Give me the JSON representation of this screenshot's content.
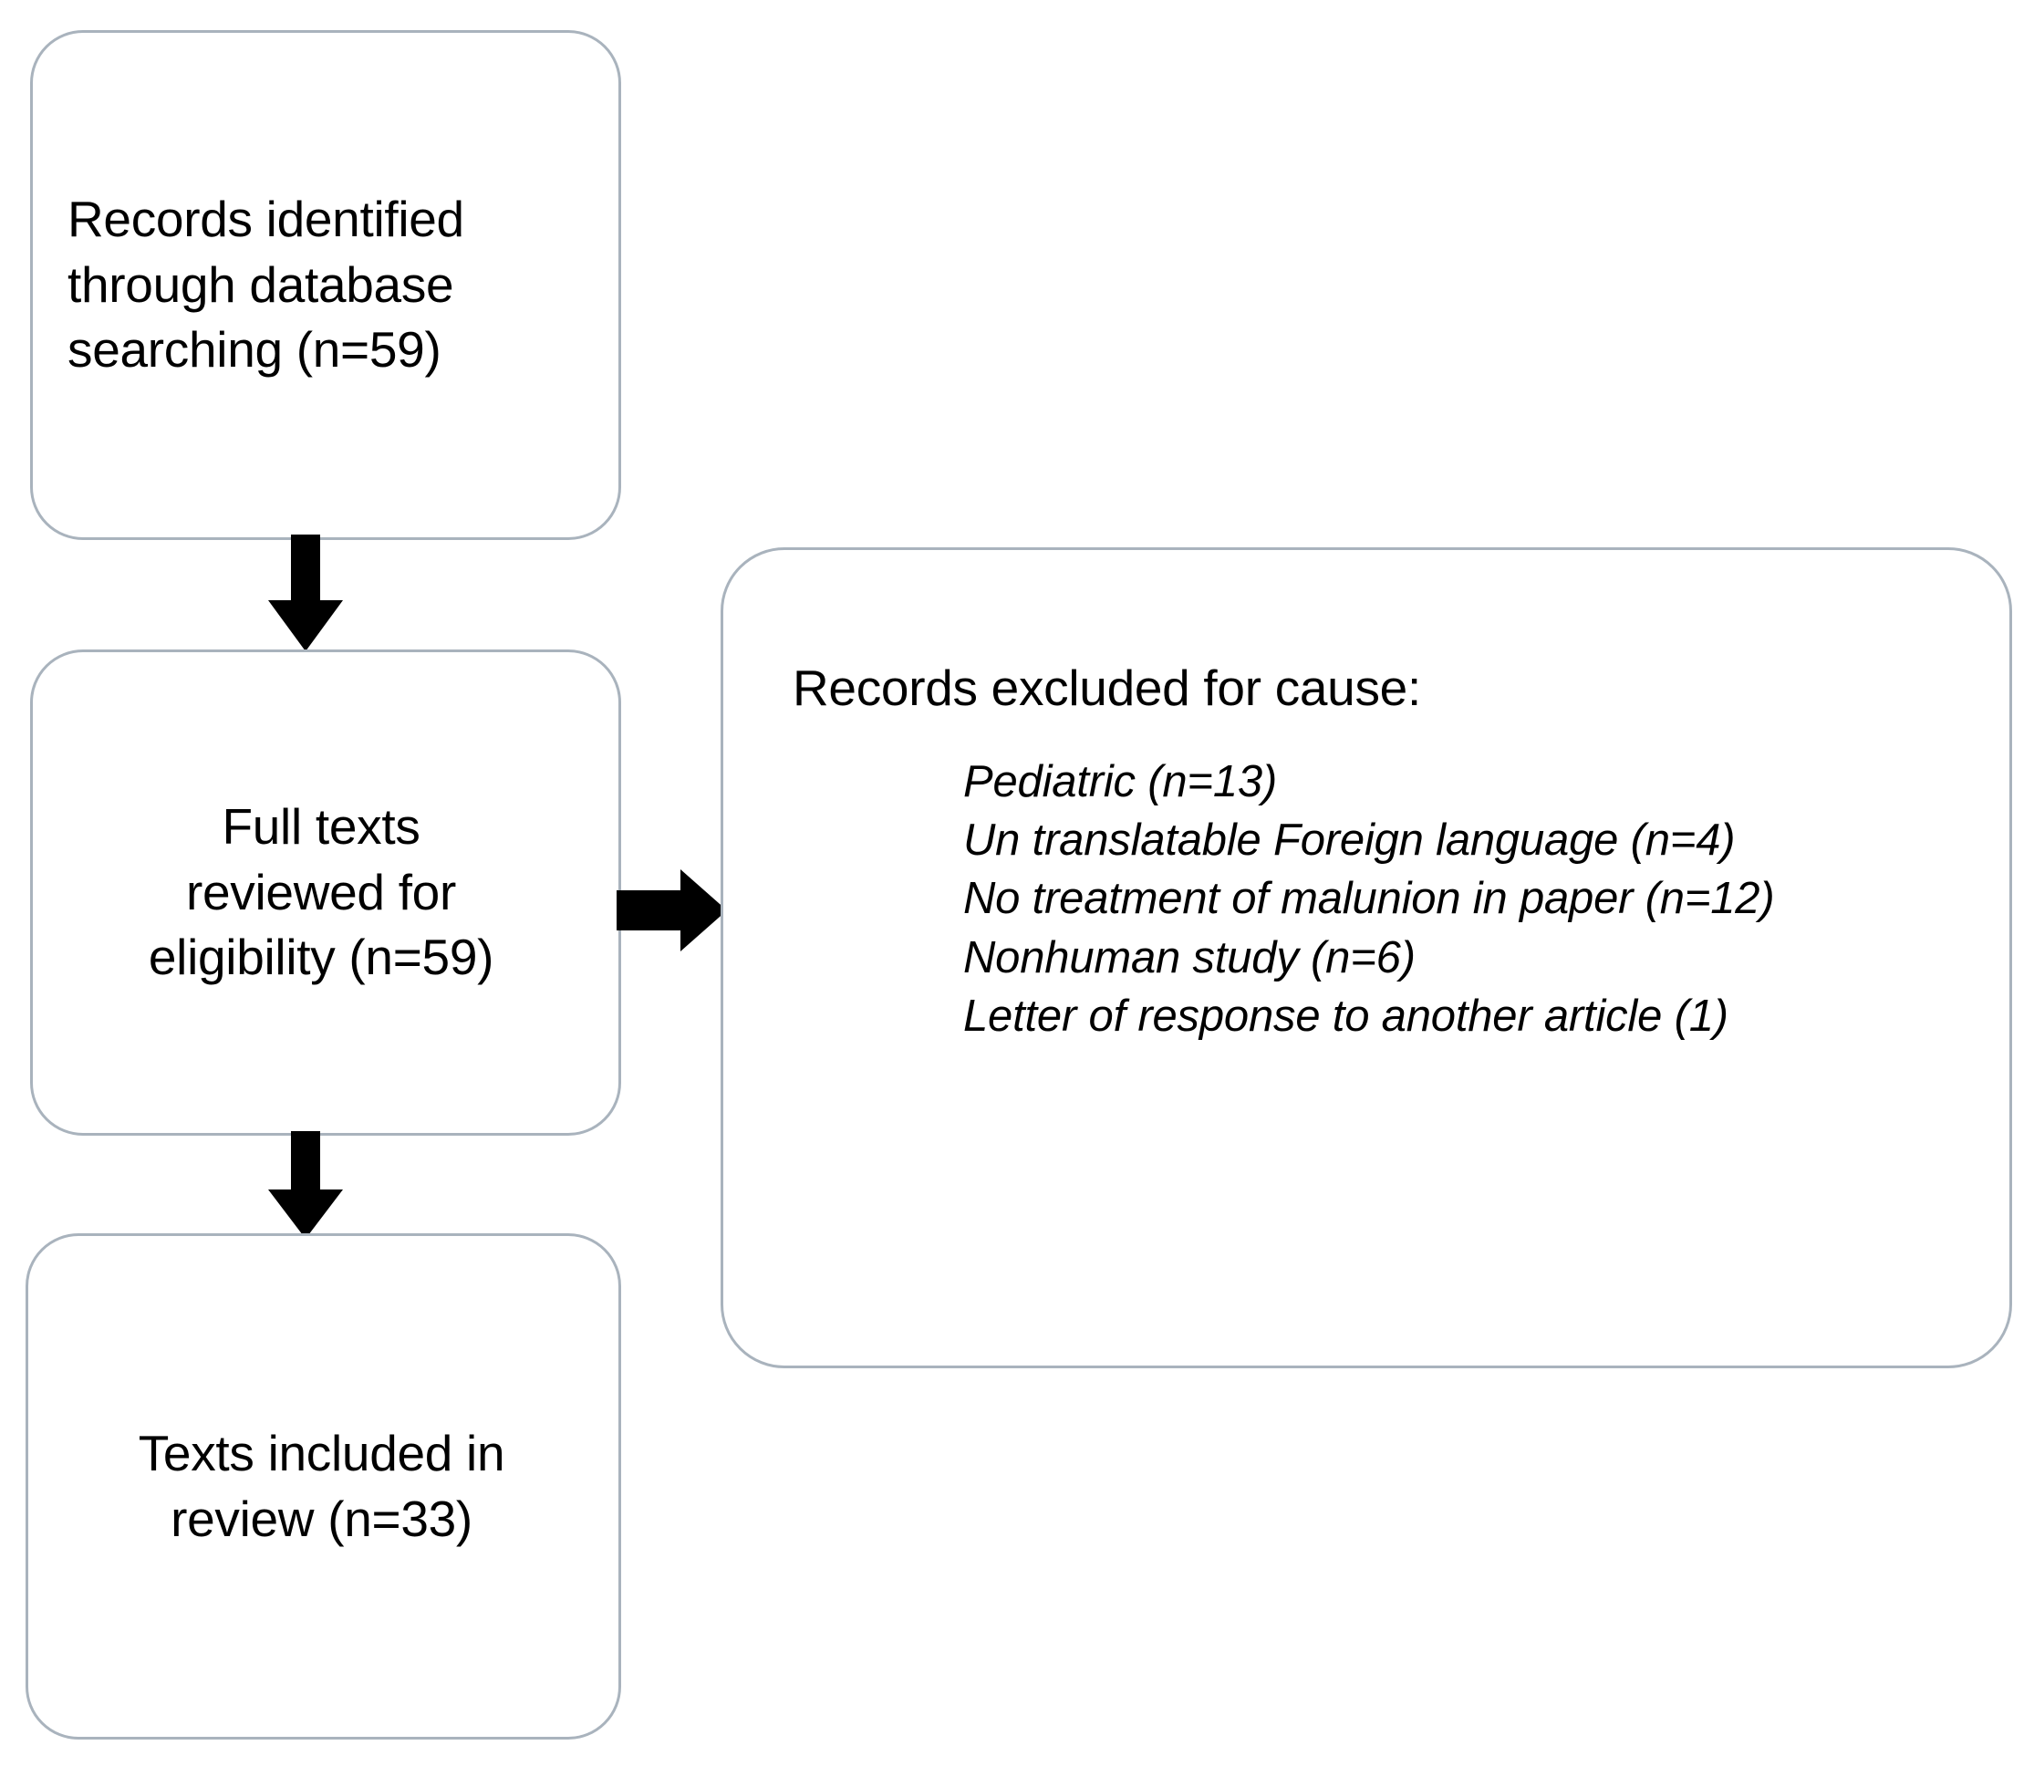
{
  "diagram": {
    "type": "prisma-flow-diagram",
    "title": "PRISMA study selection flow diagram",
    "colors": {
      "box_border": "#a9b3bd",
      "box_fill": "#ffffff",
      "arrow": "#000000",
      "text": "#000000",
      "page_background": "#ffffff"
    },
    "nodes": [
      {
        "id": "records-identified",
        "lines": [
          "Records identified",
          "through database",
          "searching (n=59)"
        ],
        "count_label": "n=59",
        "count": 59
      },
      {
        "id": "full-texts-reviewed",
        "lines": [
          "Full texts",
          "reviewed for",
          "eligibility (n=59)"
        ],
        "count_label": "n=59",
        "count": 59
      },
      {
        "id": "texts-included",
        "lines": [
          "Texts included in",
          "review (n=33)"
        ],
        "count_label": "n=33",
        "count": 33
      }
    ],
    "excluded": {
      "heading": "Records excluded for cause:",
      "reasons": [
        {
          "label": "Pediatric (n=13)",
          "count": 13
        },
        {
          "label": "Un translatable Foreign language (n=4)",
          "count": 4
        },
        {
          "label": "No treatment of malunion in paper (n=12)",
          "count": 12
        },
        {
          "label": "Nonhuman study (n=6)",
          "count": 6
        },
        {
          "label": "Letter of response to another article (1)",
          "count": 1
        }
      ]
    },
    "arrows": [
      {
        "id": "arrow-identified-to-fulltext",
        "direction": "down"
      },
      {
        "id": "arrow-fulltext-to-excluded",
        "direction": "right"
      },
      {
        "id": "arrow-fulltext-to-included",
        "direction": "down"
      }
    ]
  }
}
